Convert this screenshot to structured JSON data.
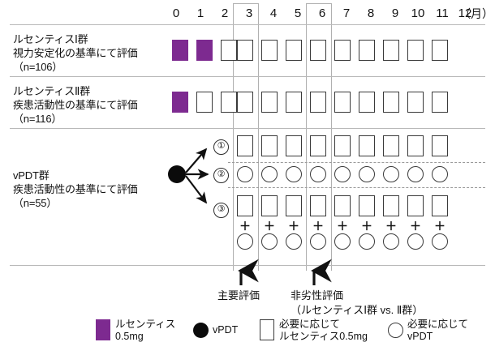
{
  "timeline": {
    "axis_unit_label": "（月）",
    "months": [
      "0",
      "1",
      "2",
      "3",
      "4",
      "5",
      "6",
      "7",
      "8",
      "9",
      "10",
      "11",
      "12"
    ],
    "highlighted_months": [
      "3",
      "6"
    ]
  },
  "groups": [
    {
      "id": "ranibizumab-1",
      "name_line1": "ルセンティスⅠ群",
      "name_line2": "視力安定化の基準にて評価",
      "name_line3": "（n=106）",
      "cells": [
        {
          "month": "0",
          "type": "filled"
        },
        {
          "month": "1",
          "type": "filled"
        },
        {
          "month": "2",
          "type": "open"
        },
        {
          "month": "3",
          "type": "open"
        },
        {
          "month": "4",
          "type": "open"
        },
        {
          "month": "5",
          "type": "open"
        },
        {
          "month": "6",
          "type": "open"
        },
        {
          "month": "7",
          "type": "open"
        },
        {
          "month": "8",
          "type": "open"
        },
        {
          "month": "9",
          "type": "open"
        },
        {
          "month": "10",
          "type": "open"
        },
        {
          "month": "11",
          "type": "open"
        }
      ]
    },
    {
      "id": "ranibizumab-2",
      "name_line1": "ルセンティスⅡ群",
      "name_line2": "疾患活動性の基準にて評価",
      "name_line3": "（n=116）",
      "cells": [
        {
          "month": "0",
          "type": "filled"
        },
        {
          "month": "1",
          "type": "open"
        },
        {
          "month": "2",
          "type": "open"
        },
        {
          "month": "3",
          "type": "open"
        },
        {
          "month": "4",
          "type": "open"
        },
        {
          "month": "5",
          "type": "open"
        },
        {
          "month": "6",
          "type": "open"
        },
        {
          "month": "7",
          "type": "open"
        },
        {
          "month": "8",
          "type": "open"
        },
        {
          "month": "9",
          "type": "open"
        },
        {
          "month": "10",
          "type": "open"
        },
        {
          "month": "11",
          "type": "open"
        }
      ]
    },
    {
      "id": "vpdt",
      "name_line1": "vPDT群",
      "name_line2": "疾患活動性の基準にて評価",
      "name_line3": "（n=55）",
      "branches": [
        {
          "marker": "①",
          "shape": "open-square",
          "months": [
            "3",
            "4",
            "5",
            "6",
            "7",
            "8",
            "9",
            "10",
            "11"
          ]
        },
        {
          "marker": "②",
          "shape": "open-circle",
          "months": [
            "3",
            "4",
            "5",
            "6",
            "7",
            "8",
            "9",
            "10",
            "11"
          ]
        },
        {
          "marker": "③",
          "shape": "open-square-plus-circle",
          "plus": "＋",
          "months": [
            "3",
            "4",
            "5",
            "6",
            "7",
            "8",
            "9",
            "10",
            "11"
          ]
        }
      ]
    }
  ],
  "callouts": [
    {
      "id": "primary",
      "month": "3",
      "line1": "主要評価",
      "line2": ""
    },
    {
      "id": "noninferiority",
      "month": "6",
      "line1": "非劣性評価",
      "line2": "（ルセンティスⅠ群 vs. Ⅱ群）"
    }
  ],
  "legend": [
    {
      "id": "ranibizumab",
      "swatch": "filled-square",
      "line1": "ルセンティス",
      "line2": "0.5mg"
    },
    {
      "id": "vpdt",
      "swatch": "filled-circle",
      "line1": "vPDT",
      "line2": ""
    },
    {
      "id": "prn-ranibizumab",
      "swatch": "open-square",
      "line1": "必要に応じて",
      "line2": "ルセンティス0.5mg"
    },
    {
      "id": "prn-vpdt",
      "swatch": "open-circle",
      "line1": "必要に応じて",
      "line2": "vPDT"
    }
  ],
  "colors": {
    "ranibizumab_purple": "#7d2a90",
    "outline": "#3a3a3a",
    "rule": "#b9b9b9",
    "highlight_border": "#b0b0b0",
    "node_black": "#0b0b0b"
  }
}
